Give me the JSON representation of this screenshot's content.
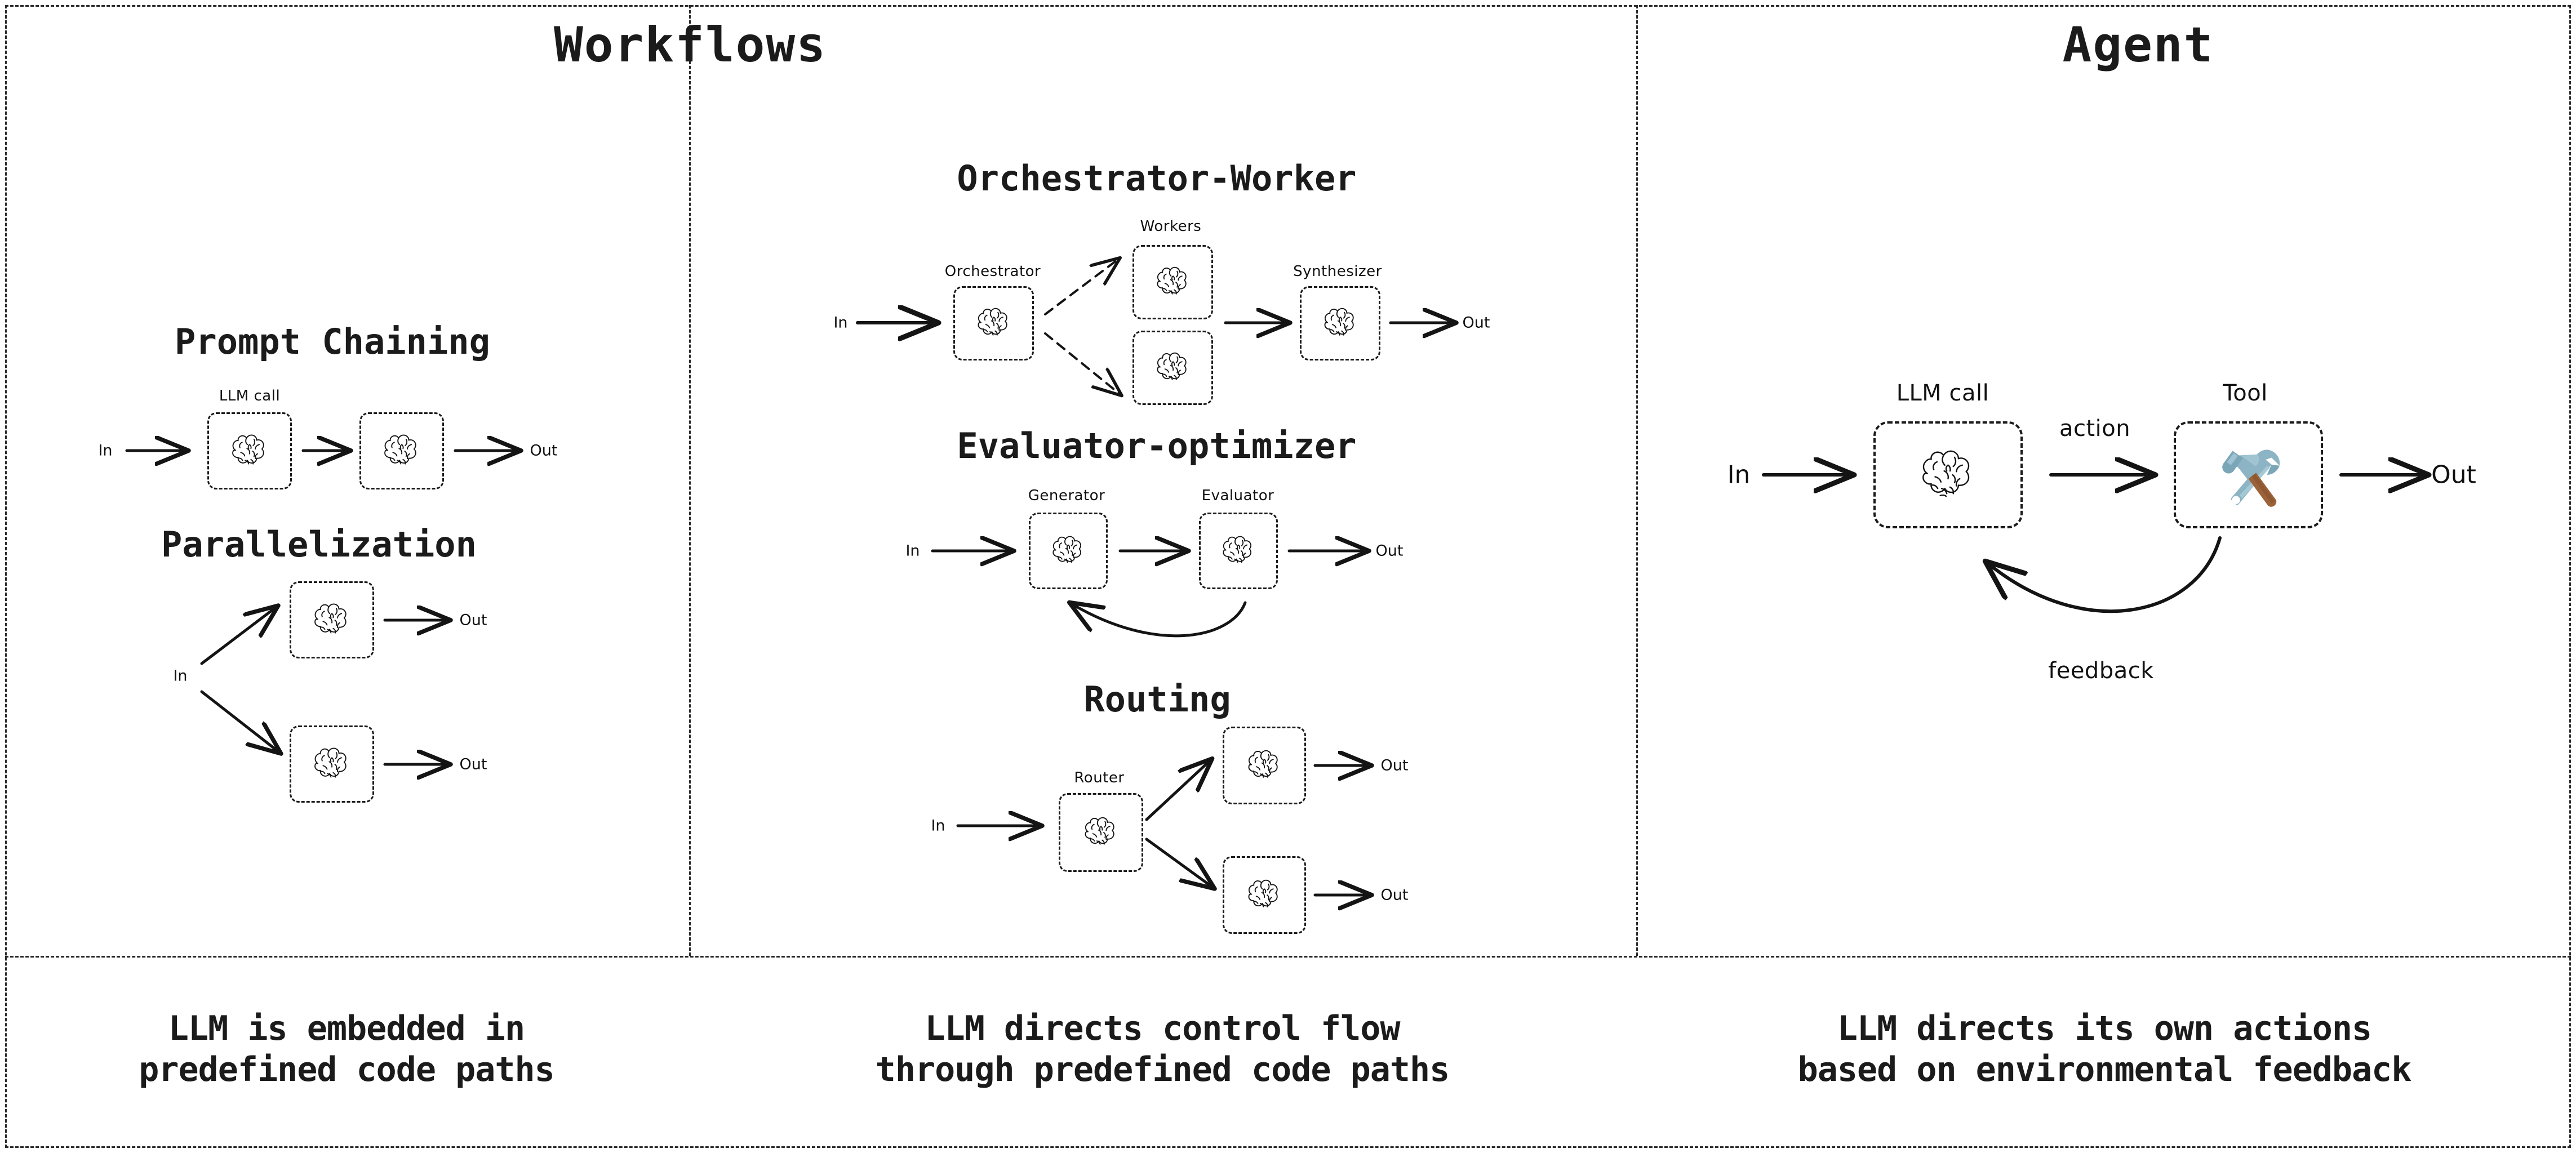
{
  "columns": [
    {
      "id": "workflows",
      "title": "Workflows",
      "caption": "LLM is embedded in\npredefined code paths"
    },
    {
      "id": "workflows-mid",
      "title": "",
      "caption": "LLM directs control flow\nthrough predefined code paths"
    },
    {
      "id": "agent",
      "title": "Agent",
      "caption": "LLM directs its own actions\nbased on environmental feedback"
    }
  ],
  "header": {
    "workflows_title": "Workflows",
    "agent_title": "Agent"
  },
  "patterns": {
    "prompt_chaining": {
      "title": "Prompt Chaining",
      "node_label": "LLM call",
      "input_label": "In",
      "output_label": "Out",
      "nodes": [
        "brain",
        "brain"
      ]
    },
    "parallelization": {
      "title": "Parallelization",
      "input_label": "In",
      "output_label_top": "Out",
      "output_label_bottom": "Out",
      "nodes": [
        "brain",
        "brain"
      ]
    },
    "orchestrator_worker": {
      "title": "Orchestrator-Worker",
      "orchestrator_label": "Orchestrator",
      "workers_label": "Workers",
      "synthesizer_label": "Synthesizer",
      "input_label": "In",
      "output_label": "Out",
      "nodes": [
        "brain",
        "brain",
        "brain",
        "brain"
      ]
    },
    "evaluator_optimizer": {
      "title": "Evaluator-optimizer",
      "generator_label": "Generator",
      "evaluator_label": "Evaluator",
      "input_label": "In",
      "output_label": "Out",
      "nodes": [
        "brain",
        "brain"
      ]
    },
    "routing": {
      "title": "Routing",
      "router_label": "Router",
      "input_label": "In",
      "output_label_top": "Out",
      "output_label_bottom": "Out",
      "nodes": [
        "brain",
        "brain",
        "brain"
      ]
    },
    "agent": {
      "llm_call_label": "LLM call",
      "tool_label": "Tool",
      "action_label": "action",
      "feedback_label": "feedback",
      "input_label": "In",
      "output_label": "Out",
      "nodes": [
        "brain",
        "hammer-and-wrench"
      ]
    }
  },
  "colors": {
    "ink": "#1b1b1b",
    "background": "#ffffff",
    "tool_metal": "#8cb4c4",
    "tool_metal_dark": "#5f93a6",
    "tool_handle": "#9c6239"
  }
}
